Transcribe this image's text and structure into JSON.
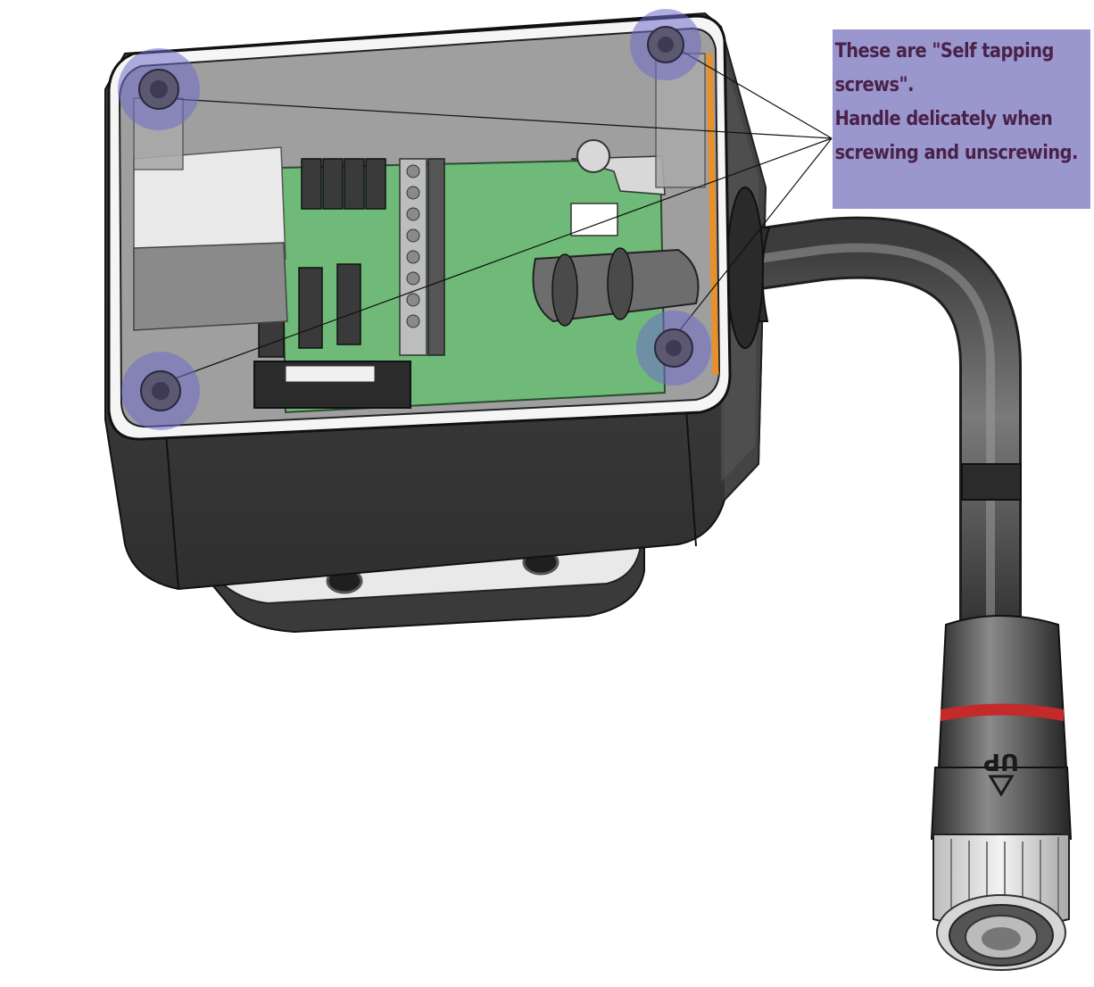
{
  "annotation": {
    "line_1": "These are \"Self tapping",
    "line_2": "screws\".",
    "line_3": "Handle delicately when",
    "line_4": "screwing and unscrewing."
  },
  "colors": {
    "callout_background": "#9a97cf",
    "callout_text": "#4a2248",
    "screw_highlight": "#6f6cc8",
    "pcb_green": "#6fba78",
    "housing_dark": "#3a3a3a",
    "connector_stripe": "#c42a2a",
    "gasket_orange": "#e8902a"
  },
  "connector_marking": "UP",
  "highlighted_screws": [
    "top-left-screw",
    "top-right-screw",
    "bottom-left-screw",
    "bottom-right-screw"
  ]
}
